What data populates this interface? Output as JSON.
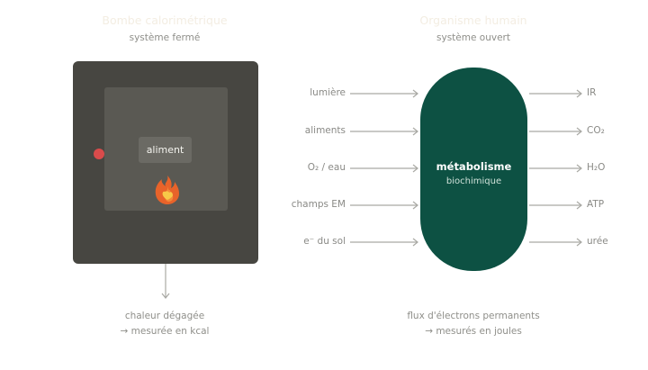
{
  "left": {
    "title": "Bombe calorimétrique",
    "subtitle": "système fermé",
    "food_label": "aliment",
    "caption_line1": "chaleur dégagée",
    "caption_line2": "→ mesurée en kcal"
  },
  "right": {
    "title": "Organisme humain",
    "subtitle": "système ouvert",
    "core_title": "métabolisme",
    "core_subtitle": "biochimique",
    "inputs": [
      "lumière",
      "aliments",
      "O₂ / eau",
      "champs EM",
      "e⁻ du sol"
    ],
    "outputs": [
      "IR",
      "CO₂",
      "H₂O",
      "ATP",
      "urée"
    ],
    "caption_line1": "flux d'électrons permanents",
    "caption_line2": "→ mesurés en joules"
  },
  "colors": {
    "bomb_outer": "#474641",
    "bomb_inner": "#5a5953",
    "metabolism": "#0d5143",
    "arrow": "#a9a9a4",
    "red_indicator": "#d94b4b",
    "flame_outer": "#e8632a",
    "flame_inner": "#f7c948"
  }
}
